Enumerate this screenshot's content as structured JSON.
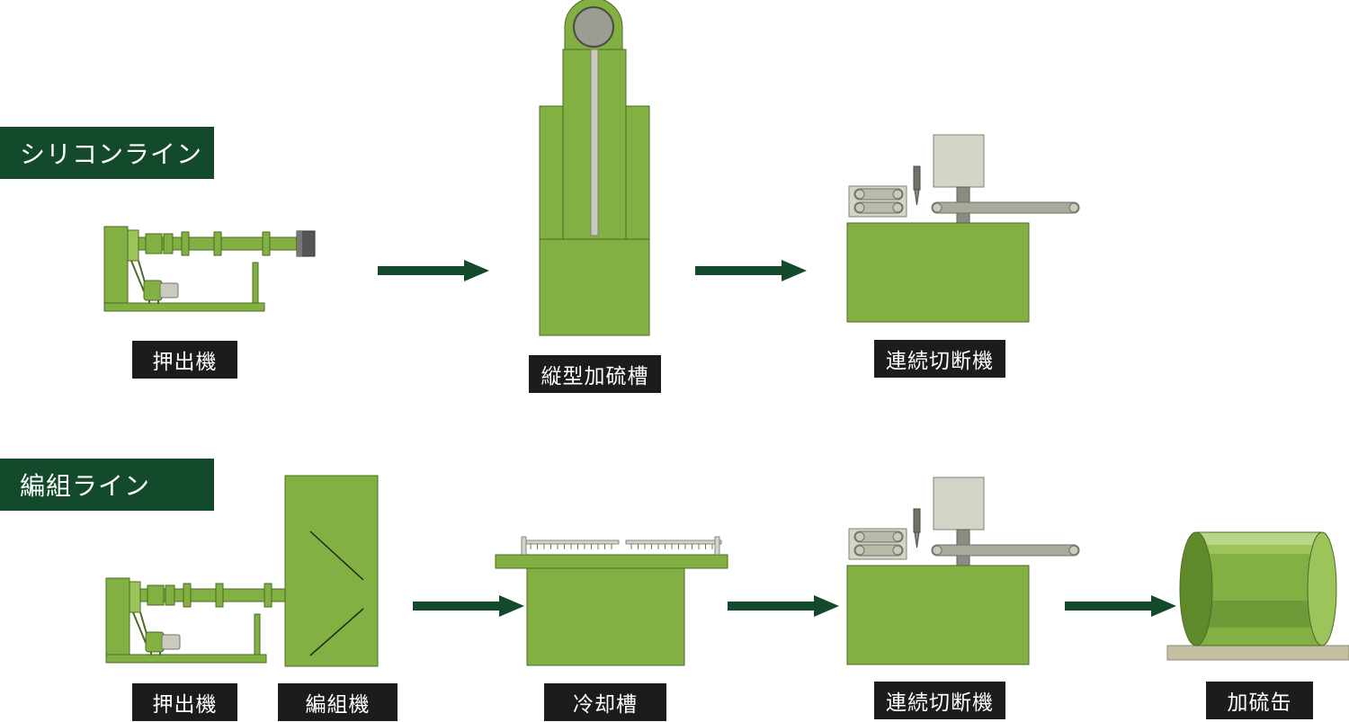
{
  "sections": {
    "silicone": {
      "title": "シリコンライン"
    },
    "braid": {
      "title": "編組ライン"
    }
  },
  "labels": {
    "extruder_1": "押出機",
    "vertical_vulcanizer": "縦型加硫槽",
    "cutter_1": "連続切断機",
    "extruder_2": "押出機",
    "braider": "編組機",
    "cooling_tank": "冷却槽",
    "cutter_2": "連続切断機",
    "vulcanizing_can": "加硫缶"
  },
  "colors": {
    "machine_green": "#83b042",
    "machine_edge": "#4e6b26",
    "arrow_green": "#124a2b",
    "label_bg": "#1c1c1c",
    "title_bg": "#124a2b",
    "gray_box": "#c9ccbd",
    "base_tan": "#c4bfa2"
  }
}
